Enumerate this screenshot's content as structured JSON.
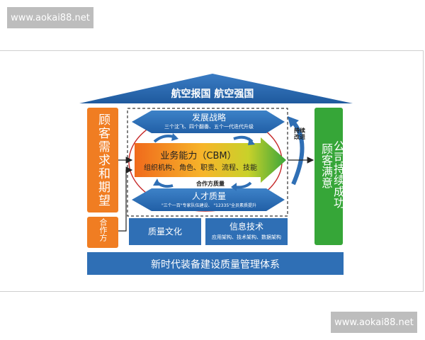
{
  "watermark_top": "www.aokai88.net",
  "watermark_bottom": "www.aokai88.net",
  "roof_title": "航空报国  航空强国",
  "left_box": "顾客需求和期望",
  "left_small_box": "合作方",
  "right_box_col1": "公司持续成功",
  "right_box_col2": "顾客满意",
  "strategy": {
    "title": "发展战略",
    "subtitle": "三个沈飞、四个翻番、五个一代迭代升级"
  },
  "capability": {
    "title": "业务能力（CBM）",
    "subtitle": "组织机构、角色、职责、流程、技能"
  },
  "partner_quality": "合作方质量",
  "talent": {
    "title": "人才质量",
    "subtitle": "\"三个一百\"专家队伍建设、  \"12335\"全员素质提升"
  },
  "continuous_improve": "持续改进",
  "quality_culture": "质量文化",
  "info_tech": {
    "title": "信息技术",
    "subtitle": "应用架构、技术架构、数据架构"
  },
  "foundation": "新时代装备建设质量管理体系",
  "colors": {
    "blue": "#2f6fb5",
    "orange": "#f07d22",
    "green": "#36a638"
  }
}
